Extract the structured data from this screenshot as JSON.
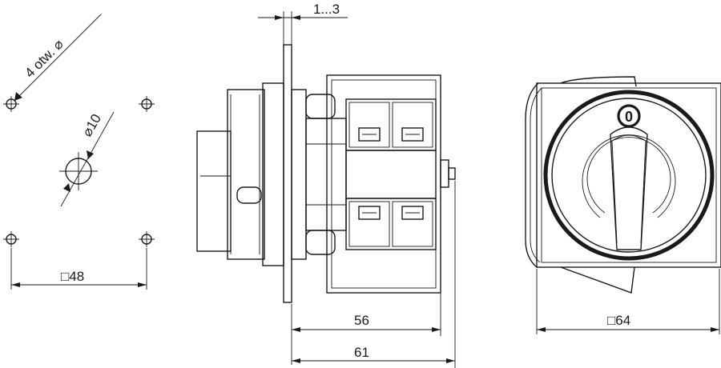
{
  "labels": {
    "holes": "4 otw. ⌀",
    "hole_diameter": "⌀10",
    "square_48": "□48",
    "panel_thickness": "1...3",
    "depth_56": "56",
    "depth_61": "61",
    "square_64": "□64",
    "switch_position": "0"
  },
  "colors": {
    "line": "#1a1a1a",
    "background": "#ffffff"
  }
}
